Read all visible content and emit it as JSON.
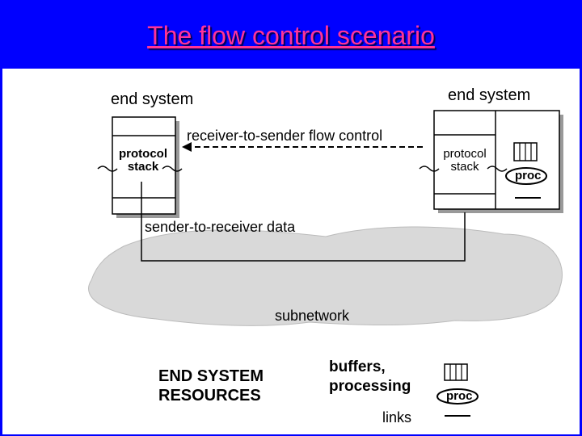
{
  "slide": {
    "title": "The flow control scenario"
  },
  "diagram": {
    "left_end_system_label": "end system",
    "right_end_system_label": "end system",
    "flow_control_label": "receiver-to-sender flow control",
    "left_stack_line1": "protocol",
    "left_stack_line2": "stack",
    "right_stack_line1": "protocol",
    "right_stack_line2": "stack",
    "right_proc_label": "proc",
    "data_label": "sender-to-receiver data",
    "subnetwork_label": "subnetwork"
  },
  "legend": {
    "resources_line1": "END SYSTEM",
    "resources_line2": "RESOURCES",
    "buffers_line1": "buffers,",
    "buffers_line2": "processing",
    "proc_label": "proc",
    "links_label": "links"
  },
  "colors": {
    "background": "#0000ff",
    "title": "#ff3399",
    "panel": "#ffffff",
    "cloud": "#d9d9d9"
  }
}
